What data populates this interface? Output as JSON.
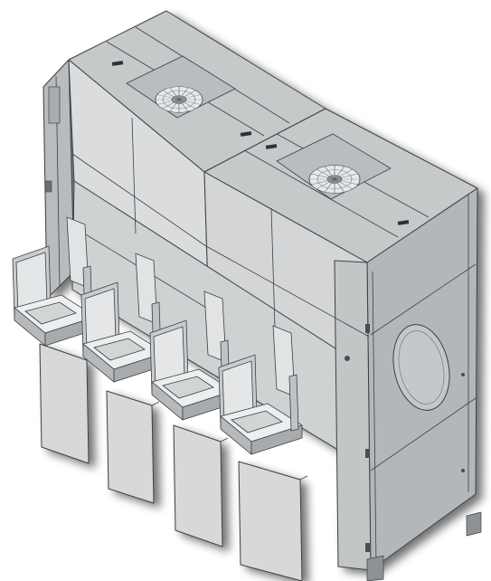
{
  "colors": {
    "background": "#ffffff",
    "body_light": "#dadcdd",
    "body_mid": "#c9cccd",
    "body_dark": "#b3b7b9",
    "top_surface": "#c5c9ca",
    "shadow": "#7a7f82",
    "line": "#3c4043",
    "window": "#c4c8ca"
  },
  "icons": {
    "fan": "fan-filter-icon",
    "vent": "vent-slot-icon",
    "viewport": "viewport-window-icon"
  },
  "equipment": {
    "fan_filter_units": 2,
    "load_ports": 4,
    "side_door_panels": 2
  }
}
